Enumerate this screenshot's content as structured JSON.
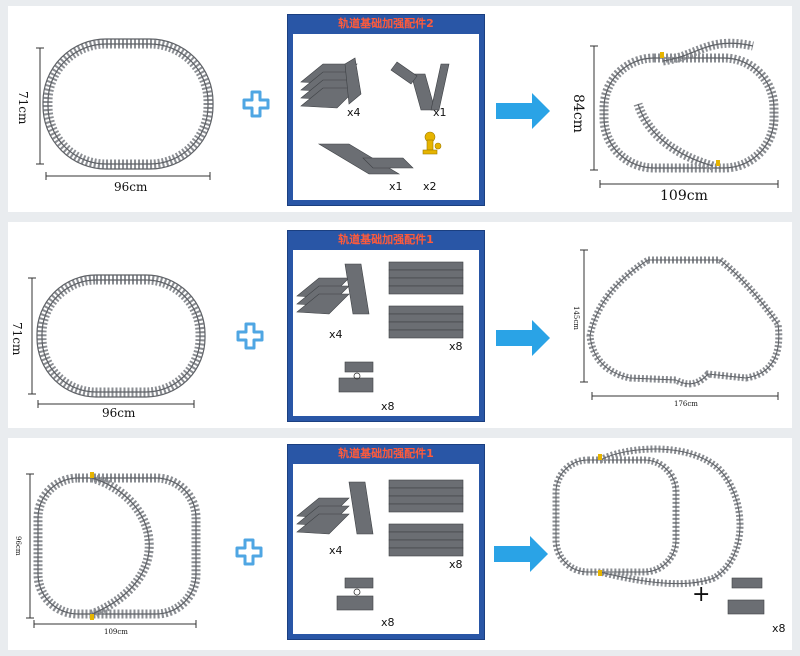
{
  "rows": [
    {
      "left_width": "96cm",
      "left_height": "71cm",
      "box_title": "轨道基础加强配件2",
      "quantities": [
        "x4",
        "x1",
        "x1",
        "x2"
      ],
      "right_width": "109cm",
      "right_height": "84cm"
    },
    {
      "left_width": "96cm",
      "left_height": "71cm",
      "box_title": "轨道基础加强配件1",
      "quantities": [
        "x4",
        "x8",
        "x8"
      ],
      "right_width": "176cm",
      "right_height": "145cm"
    },
    {
      "left_width": "109cm",
      "left_height": "96cm",
      "box_title": "轨道基础加强配件1",
      "quantities": [
        "x4",
        "x8",
        "x8"
      ],
      "extra_quantity": "x8",
      "extra_plus": "+"
    }
  ],
  "colors": {
    "track": "#5e6166",
    "tie": "#8a8d92",
    "plus": "#4fa6e3",
    "arrow": "#2aa3e6",
    "box_border": "#2956a6",
    "box_title": "#ff5a3a"
  }
}
